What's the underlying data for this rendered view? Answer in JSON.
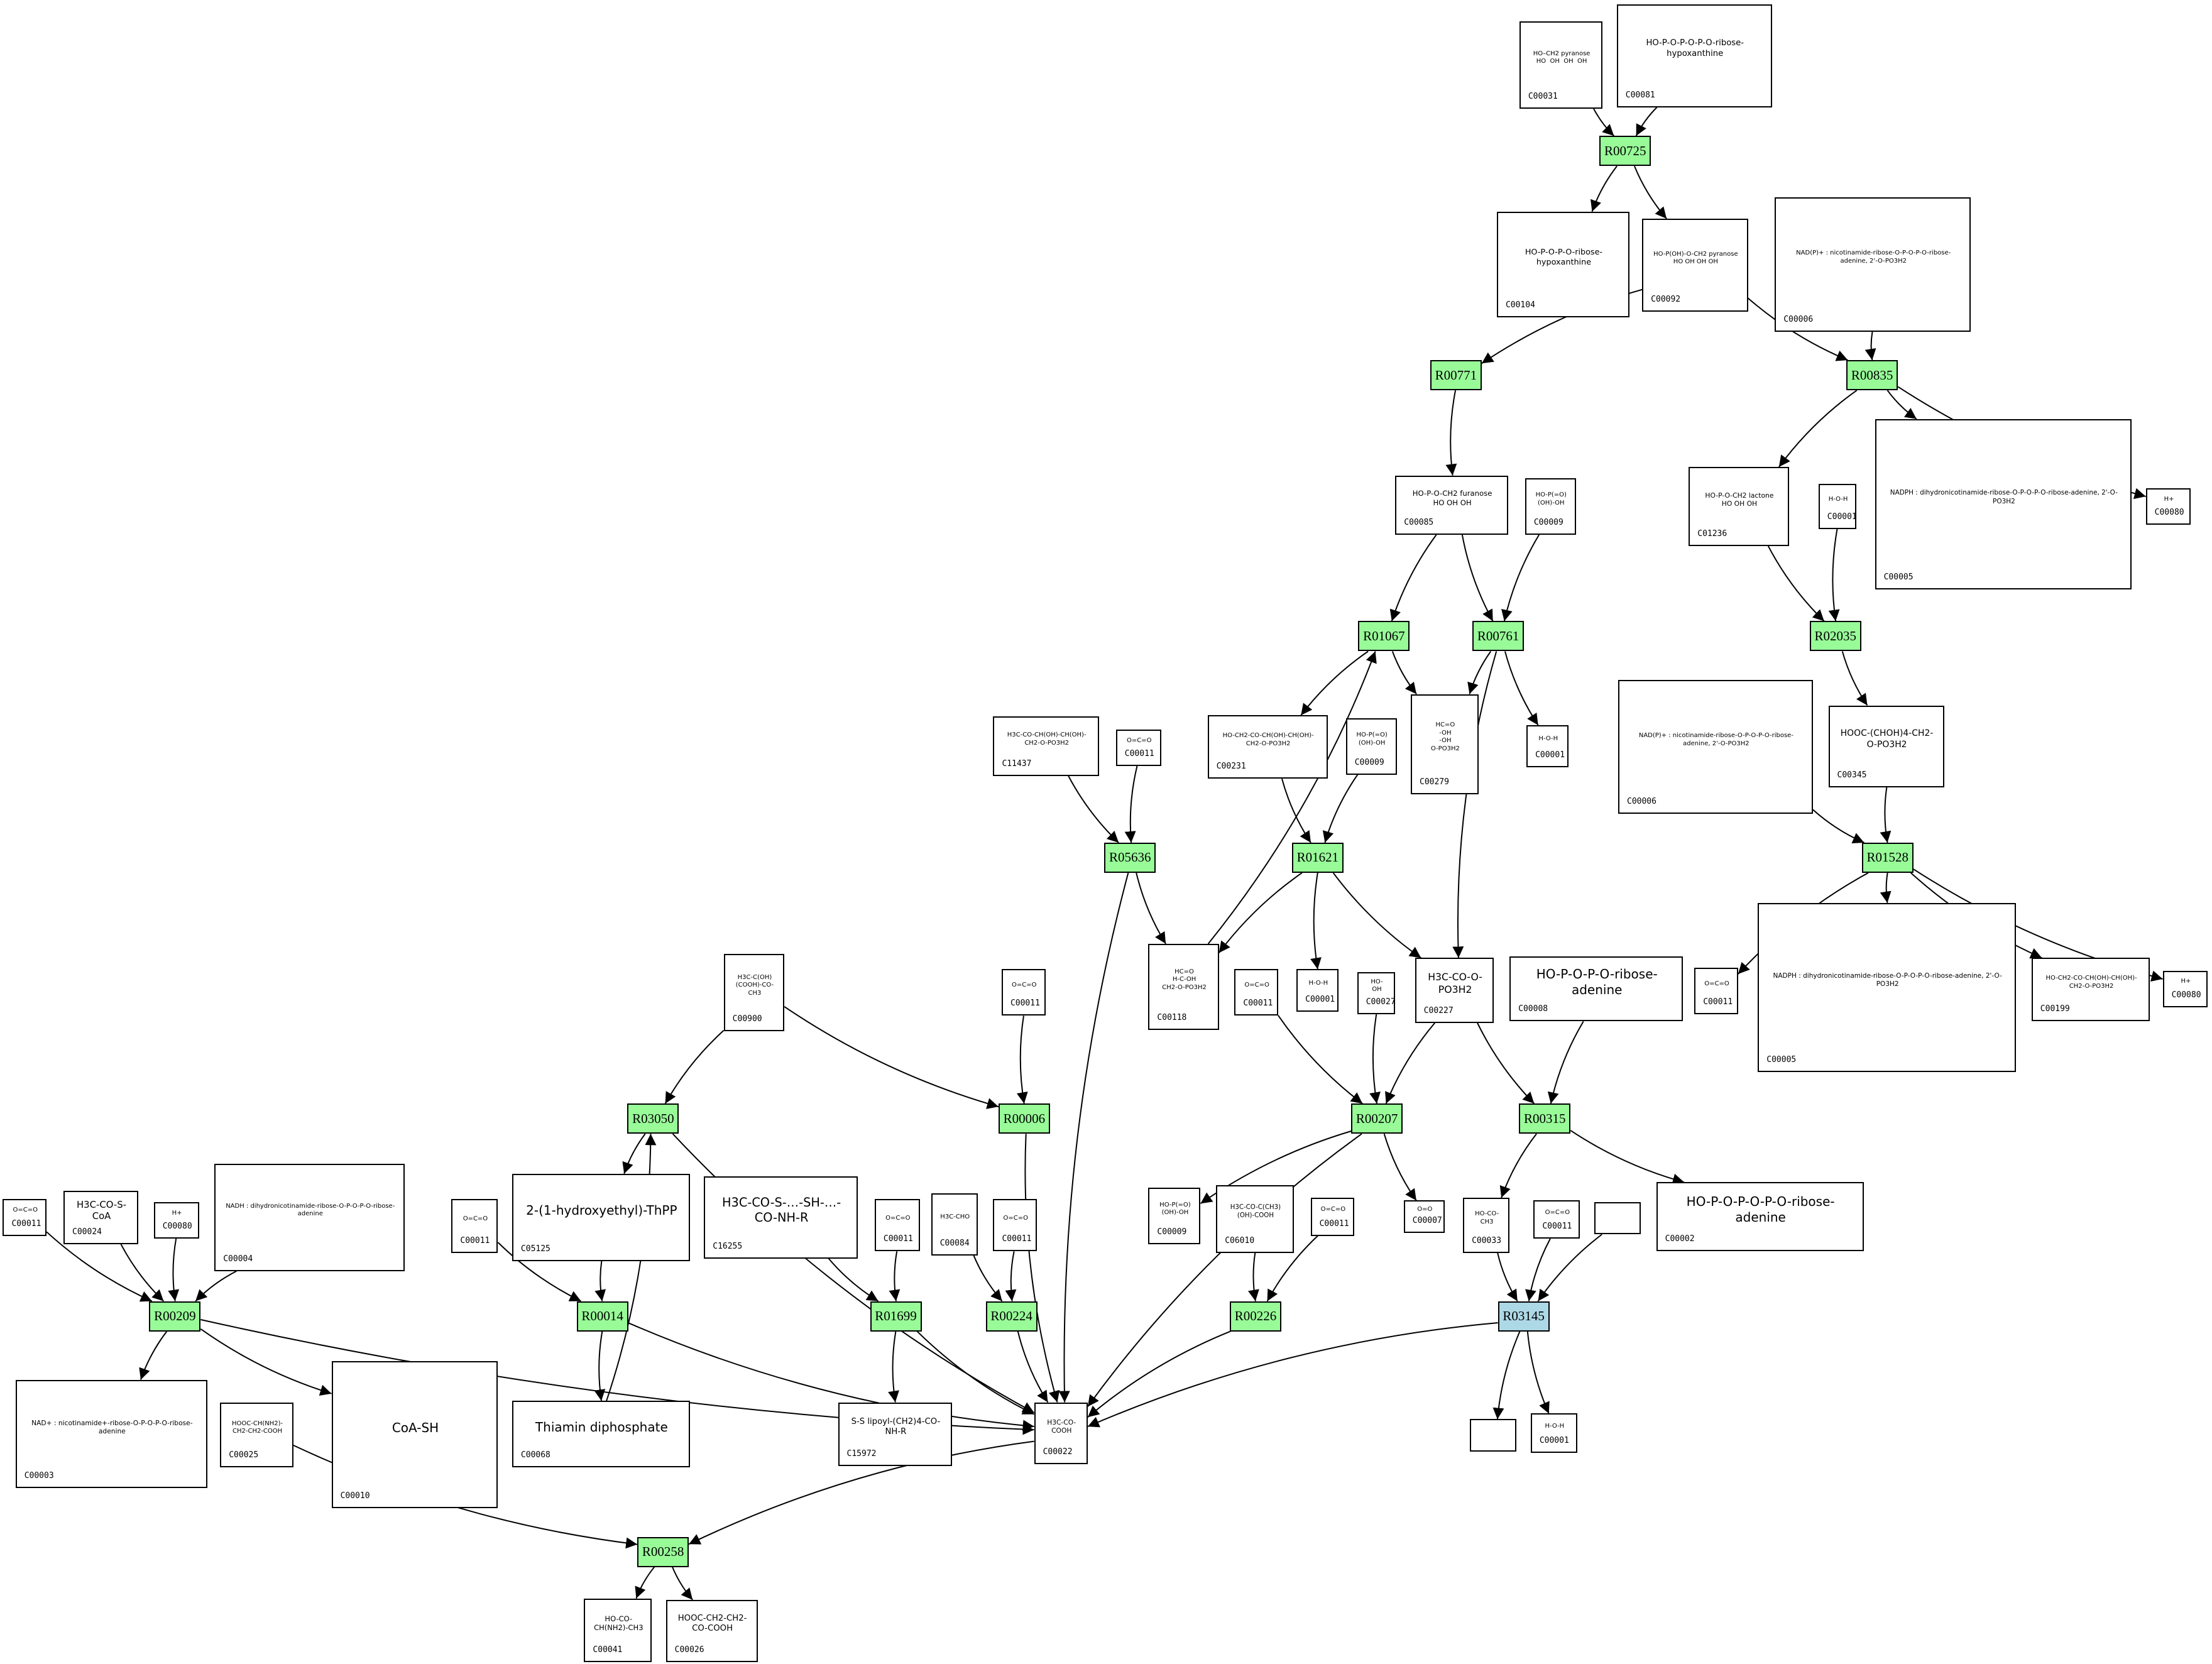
{
  "colors": {
    "reaction": "#98fb98",
    "reaction_highlight": "#add8e6",
    "edge": "#000000"
  },
  "reactions": [
    {
      "id": "R00725",
      "label": "R00725",
      "color": "#98fb98"
    },
    {
      "id": "R00771",
      "label": "R00771",
      "color": "#98fb98"
    },
    {
      "id": "R00835",
      "label": "R00835",
      "color": "#98fb98"
    },
    {
      "id": "R01067",
      "label": "R01067",
      "color": "#98fb98"
    },
    {
      "id": "R00761",
      "label": "R00761",
      "color": "#98fb98"
    },
    {
      "id": "R02035",
      "label": "R02035",
      "color": "#98fb98"
    },
    {
      "id": "R05636",
      "label": "R05636",
      "color": "#98fb98"
    },
    {
      "id": "R01621",
      "label": "R01621",
      "color": "#98fb98"
    },
    {
      "id": "R01528",
      "label": "R01528",
      "color": "#98fb98"
    },
    {
      "id": "R03050",
      "label": "R03050",
      "color": "#98fb98"
    },
    {
      "id": "R00006",
      "label": "R00006",
      "color": "#98fb98"
    },
    {
      "id": "R00207",
      "label": "R00207",
      "color": "#98fb98"
    },
    {
      "id": "R00315",
      "label": "R00315",
      "color": "#98fb98"
    },
    {
      "id": "R00209",
      "label": "R00209",
      "color": "#98fb98"
    },
    {
      "id": "R00014",
      "label": "R00014",
      "color": "#98fb98"
    },
    {
      "id": "R01699",
      "label": "R01699",
      "color": "#98fb98"
    },
    {
      "id": "R00224",
      "label": "R00224",
      "color": "#98fb98"
    },
    {
      "id": "R00226",
      "label": "R00226",
      "color": "#98fb98"
    },
    {
      "id": "R03145",
      "label": "R03145",
      "color": "#add8e6"
    },
    {
      "id": "R00258",
      "label": "R00258",
      "color": "#98fb98"
    }
  ],
  "compounds": [
    {
      "key": "c00031",
      "label": "C00031",
      "structure": "HO–CH2 pyranose\nHO  OH  OH  OH"
    },
    {
      "key": "c00081",
      "label": "C00081",
      "structure": "HO-P-O-P-O-P-O-ribose-hypoxanthine"
    },
    {
      "key": "c00104",
      "label": "C00104",
      "structure": "HO-P-O-P-O-ribose-hypoxanthine"
    },
    {
      "key": "c00092",
      "label": "C00092",
      "structure": "HO-P(OH)-O-CH2 pyranose\nHO OH OH OH"
    },
    {
      "key": "c00006a",
      "label": "C00006",
      "structure": "NAD(P)+ : nicotinamide-ribose-O-P-O-P-O-ribose-adenine, 2'-O-PO3H2"
    },
    {
      "key": "c00085",
      "label": "C00085",
      "structure": "HO-P-O-CH2 furanose\nHO OH OH"
    },
    {
      "key": "c00009a",
      "label": "C00009",
      "structure": "HO-P(=O)(OH)-OH"
    },
    {
      "key": "c01236",
      "label": "C01236",
      "structure": "HO-P-O-CH2 lactone\nHO OH OH"
    },
    {
      "key": "c00001a",
      "label": "C00001",
      "structure": "H-O-H"
    },
    {
      "key": "c00005a",
      "label": "C00005",
      "structure": "NADPH : dihydronicotinamide-ribose-O-P-O-P-O-ribose-adenine, 2'-O-PO3H2"
    },
    {
      "key": "c00080a",
      "label": "C00080",
      "structure": "H+"
    },
    {
      "key": "c11437",
      "label": "C11437",
      "structure": "H3C-CO-CH(OH)-CH(OH)-CH2-O-PO3H2"
    },
    {
      "key": "c00011a",
      "label": "C00011",
      "structure": "O=C=O"
    },
    {
      "key": "c00231",
      "label": "C00231",
      "structure": "HO-CH2-CO-CH(OH)-CH(OH)-CH2-O-PO3H2"
    },
    {
      "key": "c00009b",
      "label": "C00009",
      "structure": "HO-P(=O)(OH)-OH"
    },
    {
      "key": "c00279",
      "label": "C00279",
      "structure": "HC=O\n-OH\n-OH\nO-PO3H2"
    },
    {
      "key": "c00001b",
      "label": "C00001",
      "structure": "H-O-H"
    },
    {
      "key": "c00006b",
      "label": "C00006",
      "structure": "NAD(P)+ : nicotinamide-ribose-O-P-O-P-O-ribose-adenine, 2'-O-PO3H2"
    },
    {
      "key": "c00345",
      "label": "C00345",
      "structure": "HOOC-(CHOH)4-CH2-O-PO3H2"
    },
    {
      "key": "c00118",
      "label": "C00118",
      "structure": "HC=O\nH-C-OH\nCH2-O-PO3H2"
    },
    {
      "key": "c00011b",
      "label": "C00011",
      "structure": "O=C=O"
    },
    {
      "key": "c00001c",
      "label": "C00001",
      "structure": "H-O-H"
    },
    {
      "key": "c00027",
      "label": "C00027",
      "structure": "HO-OH"
    },
    {
      "key": "c00227",
      "label": "C00227",
      "structure": "H3C-CO-O-PO3H2"
    },
    {
      "key": "c00008",
      "label": "C00008",
      "structure": "HO-P-O-P-O-ribose-adenine"
    },
    {
      "key": "c00011c",
      "label": "C00011",
      "structure": "O=C=O"
    },
    {
      "key": "c00005b",
      "label": "C00005",
      "structure": "NADPH : dihydronicotinamide-ribose-O-P-O-P-O-ribose-adenine, 2'-O-PO3H2"
    },
    {
      "key": "c00199",
      "label": "C00199",
      "structure": "HO-CH2-CO-CH(OH)-CH(OH)-CH2-O-PO3H2"
    },
    {
      "key": "c00080b",
      "label": "C00080",
      "structure": "H+"
    },
    {
      "key": "c00900",
      "label": "C00900",
      "structure": "H3C-C(OH)(COOH)-CO-CH3"
    },
    {
      "key": "c00011d",
      "label": "C00011",
      "structure": "O=C=O"
    },
    {
      "key": "c00011e",
      "label": "C00011",
      "structure": "O=C=O"
    },
    {
      "key": "c00024",
      "label": "C00024",
      "structure": "H3C-CO-S-CoA"
    },
    {
      "key": "c00080c",
      "label": "C00080",
      "structure": "H+"
    },
    {
      "key": "c00004",
      "label": "C00004",
      "structure": "NADH : dihydronicotinamide-ribose-O-P-O-P-O-ribose-adenine"
    },
    {
      "key": "c00011f",
      "label": "C00011",
      "structure": "O=C=O"
    },
    {
      "key": "c05125",
      "label": "C05125",
      "structure": "2-(1-hydroxyethyl)-ThPP"
    },
    {
      "key": "c16255",
      "label": "C16255",
      "structure": "H3C-CO-S-…-SH-…-CO-NH-R"
    },
    {
      "key": "c00011g",
      "label": "C00011",
      "structure": "O=C=O"
    },
    {
      "key": "c00084",
      "label": "C00084",
      "structure": "H3C-CHO"
    },
    {
      "key": "c00011h",
      "label": "C00011",
      "structure": "O=C=O"
    },
    {
      "key": "c00009c",
      "label": "C00009",
      "structure": "HO-P(=O)(OH)-OH"
    },
    {
      "key": "c06010",
      "label": "C06010",
      "structure": "H3C-CO-C(CH3)(OH)-COOH"
    },
    {
      "key": "c00011i",
      "label": "C00011",
      "structure": "O=C=O"
    },
    {
      "key": "c00007",
      "label": "C00007",
      "structure": "O=O"
    },
    {
      "key": "c00033",
      "label": "C00033",
      "structure": "HO-CO-CH3"
    },
    {
      "key": "c00011j",
      "label": "C00011",
      "structure": "O=C=O"
    },
    {
      "key": "blank1",
      "label": "",
      "structure": ""
    },
    {
      "key": "c00002",
      "label": "C00002",
      "structure": "HO-P-O-P-O-P-O-ribose-adenine"
    },
    {
      "key": "c00003",
      "label": "C00003",
      "structure": "NAD+ : nicotinamide+-ribose-O-P-O-P-O-ribose-adenine"
    },
    {
      "key": "c00025",
      "label": "C00025",
      "structure": "HOOC-CH(NH2)-CH2-CH2-COOH"
    },
    {
      "key": "c00010",
      "label": "C00010",
      "structure": "CoA-SH"
    },
    {
      "key": "c00068",
      "label": "C00068",
      "structure": "Thiamin diphosphate"
    },
    {
      "key": "c15972",
      "label": "C15972",
      "structure": "S-S lipoyl-(CH2)4-CO-NH-R"
    },
    {
      "key": "c00022",
      "label": "C00022",
      "structure": "H3C-CO-COOH"
    },
    {
      "key": "blank2",
      "label": "",
      "structure": ""
    },
    {
      "key": "c00001d",
      "label": "C00001",
      "structure": "H-O-H"
    },
    {
      "key": "c00041",
      "label": "C00041",
      "structure": "HO-CO-CH(NH2)-CH3"
    },
    {
      "key": "c00026",
      "label": "C00026",
      "structure": "HOOC-CH2-CH2-CO-COOH"
    }
  ],
  "edges": [
    [
      "c00031",
      "R00725"
    ],
    [
      "c00081",
      "R00725"
    ],
    [
      "R00725",
      "c00104"
    ],
    [
      "R00725",
      "c00092"
    ],
    [
      "c00092",
      "R00771"
    ],
    [
      "c00092",
      "R00835"
    ],
    [
      "c00006a",
      "R00835"
    ],
    [
      "R00835",
      "c01236"
    ],
    [
      "R00835",
      "c00005a"
    ],
    [
      "R00835",
      "c00080a"
    ],
    [
      "R00771",
      "c00085"
    ],
    [
      "c00085",
      "R01067"
    ],
    [
      "c00085",
      "R00761"
    ],
    [
      "c00009a",
      "R00761"
    ],
    [
      "c00118",
      "R01067"
    ],
    [
      "R01067",
      "c00231"
    ],
    [
      "R01067",
      "c00279"
    ],
    [
      "R00761",
      "c00279"
    ],
    [
      "R00761",
      "c00001b"
    ],
    [
      "R00761",
      "c00227"
    ],
    [
      "c01236",
      "R02035"
    ],
    [
      "c00001a",
      "R02035"
    ],
    [
      "R02035",
      "c00345"
    ],
    [
      "c00345",
      "R01528"
    ],
    [
      "c00006b",
      "R01528"
    ],
    [
      "R01528",
      "c00011c"
    ],
    [
      "R01528",
      "c00005b"
    ],
    [
      "R01528",
      "c00199"
    ],
    [
      "R01528",
      "c00080b"
    ],
    [
      "c11437",
      "R05636"
    ],
    [
      "c00011a",
      "R05636"
    ],
    [
      "R05636",
      "c00118"
    ],
    [
      "R05636",
      "c00022"
    ],
    [
      "c00231",
      "R01621"
    ],
    [
      "c00009b",
      "R01621"
    ],
    [
      "R01621",
      "c00118"
    ],
    [
      "R01621",
      "c00001c"
    ],
    [
      "R01621",
      "c00227"
    ],
    [
      "c00900",
      "R03050"
    ],
    [
      "c00900",
      "R00006"
    ],
    [
      "c00011d",
      "R00006"
    ],
    [
      "c00068",
      "R03050"
    ],
    [
      "R03050",
      "c05125"
    ],
    [
      "R03050",
      "c00022"
    ],
    [
      "R00006",
      "c00022"
    ],
    [
      "c00011b",
      "R00207"
    ],
    [
      "c00027",
      "R00207"
    ],
    [
      "c00227",
      "R00207"
    ],
    [
      "R00207",
      "c00009c"
    ],
    [
      "R00207",
      "c00007"
    ],
    [
      "R00207",
      "c00022"
    ],
    [
      "c00227",
      "R00315"
    ],
    [
      "c00008",
      "R00315"
    ],
    [
      "R00315",
      "c00033"
    ],
    [
      "R00315",
      "c00002"
    ],
    [
      "c00011e",
      "R00209"
    ],
    [
      "c00024",
      "R00209"
    ],
    [
      "c00080c",
      "R00209"
    ],
    [
      "c00004",
      "R00209"
    ],
    [
      "R00209",
      "c00003"
    ],
    [
      "R00209",
      "c00010"
    ],
    [
      "R00209",
      "c00022"
    ],
    [
      "c00011f",
      "R00014"
    ],
    [
      "c05125",
      "R00014"
    ],
    [
      "R00014",
      "c00068"
    ],
    [
      "R00014",
      "c00022"
    ],
    [
      "c16255",
      "R01699"
    ],
    [
      "c00011g",
      "R01699"
    ],
    [
      "R01699",
      "c15972"
    ],
    [
      "R01699",
      "c00022"
    ],
    [
      "c00084",
      "R00224"
    ],
    [
      "c00011h",
      "R00224"
    ],
    [
      "R00224",
      "c00022"
    ],
    [
      "c06010",
      "R00226"
    ],
    [
      "c00011i",
      "R00226"
    ],
    [
      "R00226",
      "c00022"
    ],
    [
      "c00033",
      "R03145"
    ],
    [
      "c00011j",
      "R03145"
    ],
    [
      "blank1",
      "R03145"
    ],
    [
      "R03145",
      "blank2"
    ],
    [
      "R03145",
      "c00001d"
    ],
    [
      "R03145",
      "c00022"
    ],
    [
      "c00025",
      "R00258"
    ],
    [
      "c00022",
      "R00258"
    ],
    [
      "R00258",
      "c00041"
    ],
    [
      "R00258",
      "c00026"
    ]
  ]
}
